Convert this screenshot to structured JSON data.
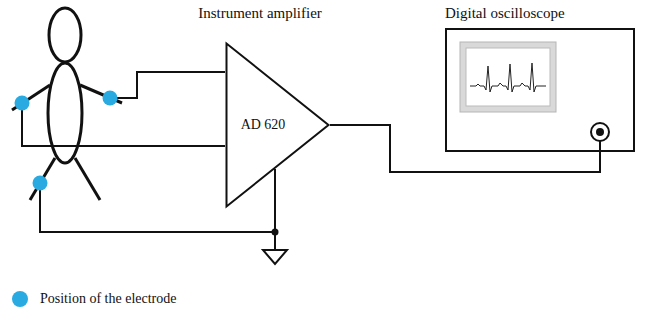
{
  "diagram": {
    "nodes": [
      {
        "text": [
          "Instrument amplifier",
          "AD 620"
        ]
      },
      {
        "text": [
          "Digital oscilloscope"
        ]
      }
    ],
    "edges": [
      {
        "from": 0,
        "to": 1,
        "arrow": "none"
      }
    ],
    "legend": [
      {
        "text": "Position of the electrode",
        "color": "#29abe2"
      }
    ]
  }
}
